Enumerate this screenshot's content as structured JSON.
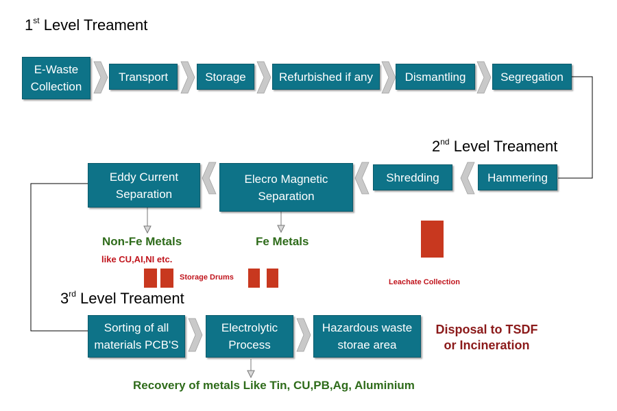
{
  "levels": {
    "level1": {
      "num": "1",
      "sup": "st",
      "text": "Level Treament"
    },
    "level2": {
      "num": "2",
      "sup": "nd",
      "text": "Level Treament"
    },
    "level3": {
      "num": "3",
      "sup": "rd",
      "text": "Level Treament"
    }
  },
  "row1": {
    "ewaste": [
      "E-Waste",
      "Collection"
    ],
    "transport": "Transport",
    "storage": "Storage",
    "refurbished": "Refurbished if any",
    "dismantling": "Dismantling",
    "segregation": "Segregation"
  },
  "row2": {
    "hammering": "Hammering",
    "shredding": "Shredding",
    "electro": [
      "Elecro Magnetic",
      "Separation"
    ],
    "eddy": [
      "Eddy Current",
      "Separation"
    ]
  },
  "row3": {
    "sorting": [
      "Sorting of all",
      "materials PCB'S"
    ],
    "electrolytic": [
      "Electrolytic",
      "Process"
    ],
    "hazardous": [
      "Hazardous waste",
      "storae area"
    ]
  },
  "labels": {
    "non_fe": "Non-Fe Metals",
    "like": "like CU,AI,NI etc.",
    "fe": "Fe Metals",
    "storage_drums": "Storage Drums",
    "leachate": "Leachate Collection",
    "disposal": [
      "Disposal to TSDF",
      "or Incineration"
    ],
    "recovery": "Recovery of metals Like Tin, CU,PB,Ag, Aluminium"
  },
  "colors": {
    "box": "#0e7388",
    "chevron": "#c9c9c9",
    "drum": "#c8381f",
    "green_text": "#2e6b1a",
    "red_text": "#c0141c",
    "dark_red_text": "#8b1a1a"
  }
}
